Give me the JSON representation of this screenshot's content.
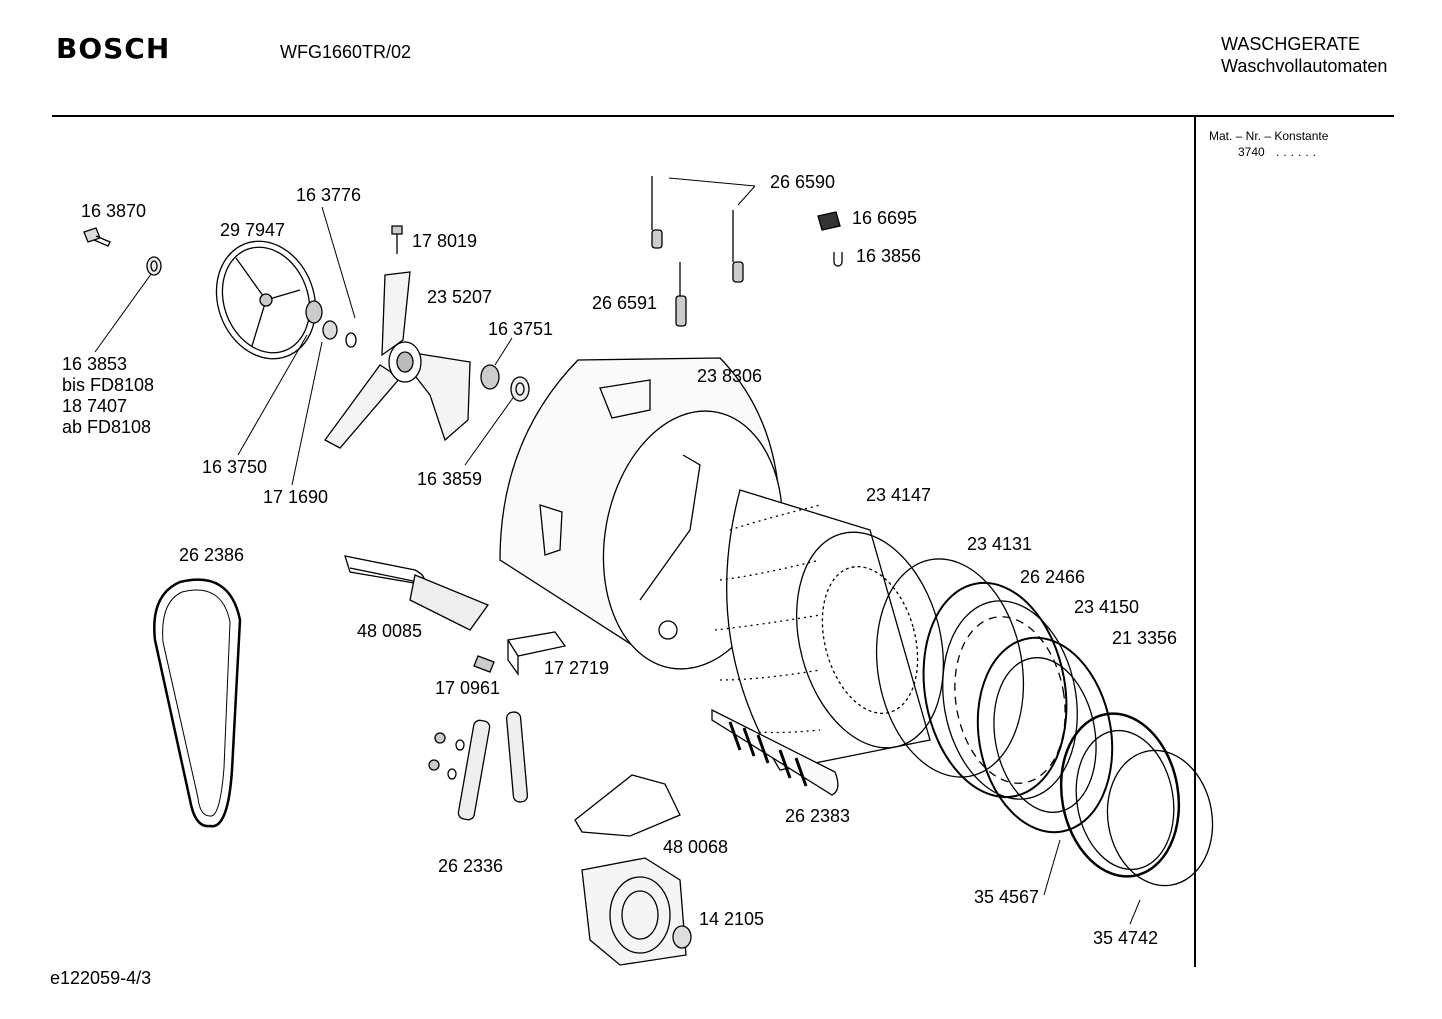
{
  "header": {
    "brand": "BOSCH",
    "model": "WFG1660TR/02",
    "category_line1": "WASCHGERATE",
    "category_line2": "Waschvollautomaten"
  },
  "side_panel": {
    "mat_label": "Mat. – Nr. – Konstante",
    "mat_value": "3740",
    "mat_dots": "......"
  },
  "footer": {
    "doc_id": "e122059-4/3"
  },
  "parts": [
    "16 3870",
    "29 7947",
    "16 3776",
    "17 8019",
    "23 5207",
    "16 3751",
    "16 3853",
    "bis FD8108",
    "18 7407",
    "ab FD8108",
    "16 3750",
    "17 1690",
    "16 3859",
    "26 6590",
    "16 6695",
    "16 3856",
    "26 6591",
    "23 8306",
    "23 4147",
    "23 4131",
    "26 2466",
    "23 4150",
    "21 3356",
    "26 2386",
    "48 0085",
    "17 2719",
    "17 0961",
    "26 2336",
    "48 0068",
    "26 2383",
    "14 2105",
    "35 4567",
    "35 4742"
  ]
}
